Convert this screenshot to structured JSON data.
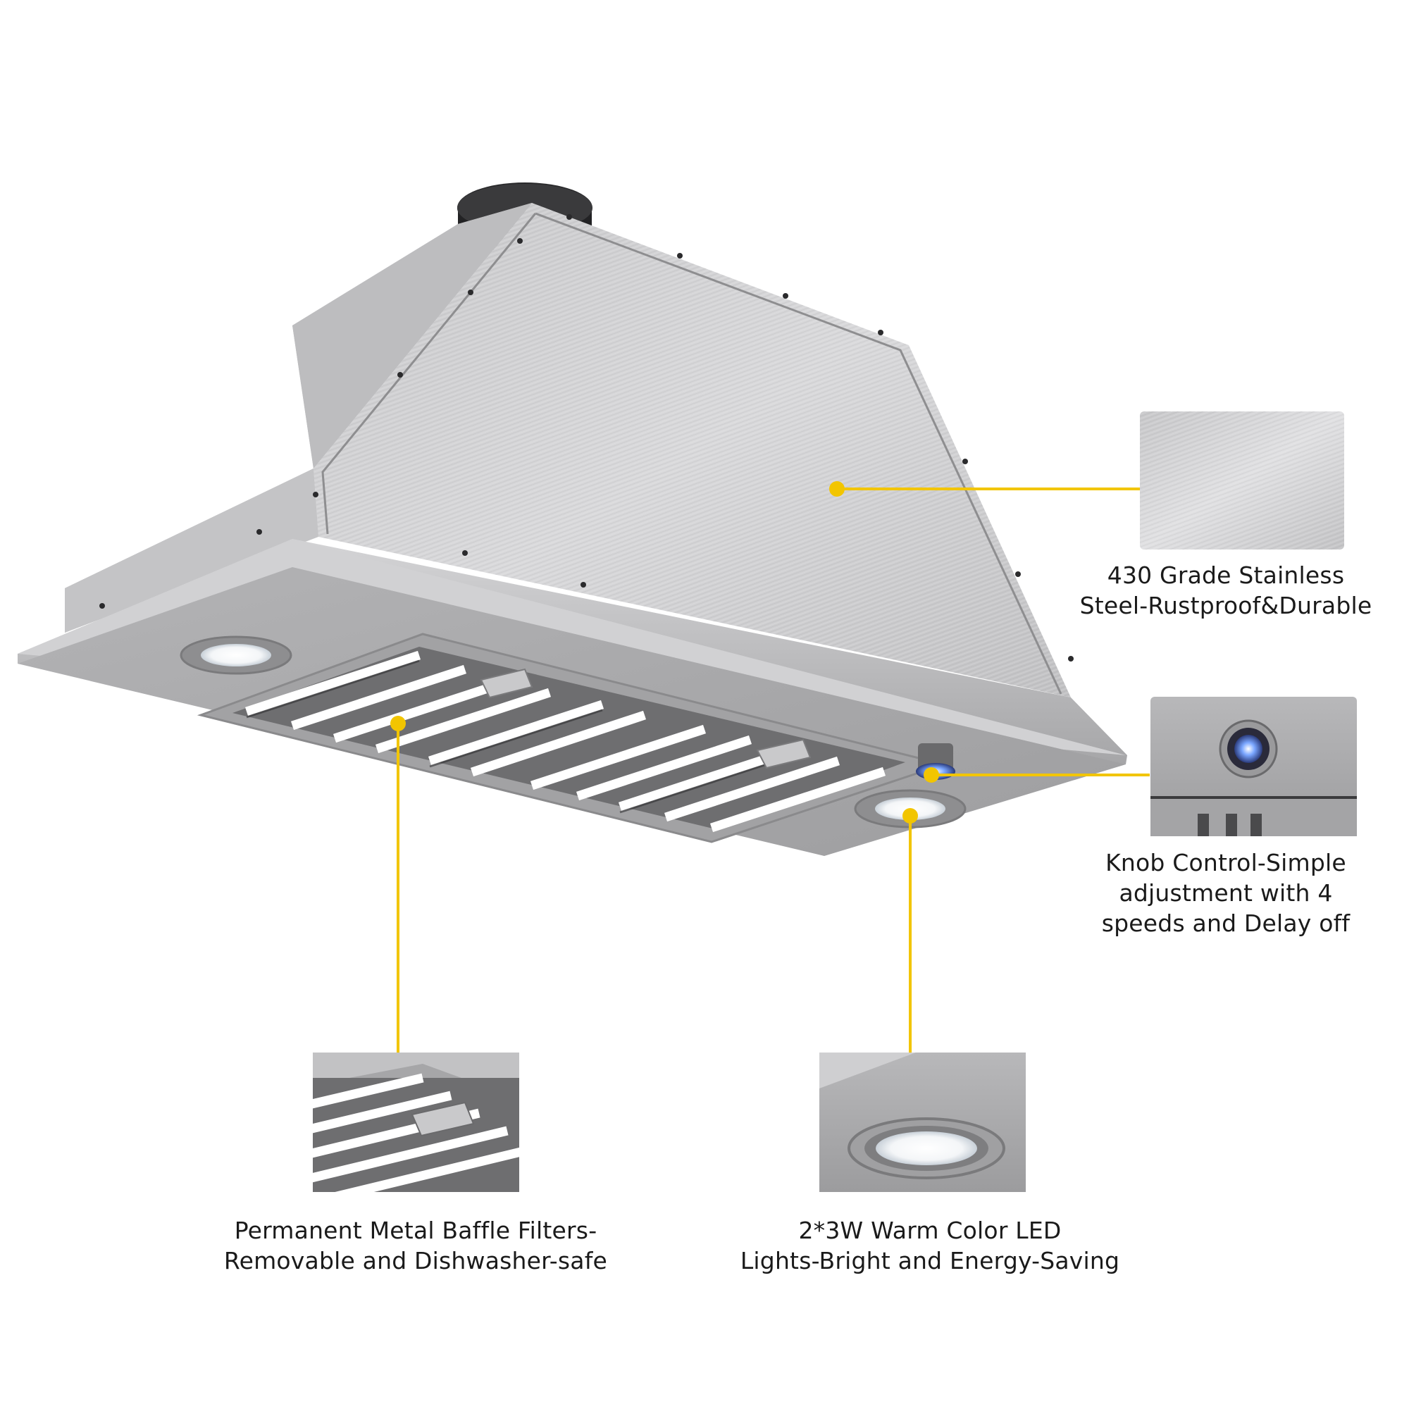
{
  "accent_color": "#f2c500",
  "product": "stainless steel insert range hood",
  "features": [
    {
      "id": "steel",
      "detail_icon": "brushed-steel-swatch",
      "lines": [
        "430 Grade Stainless",
        "Steel-Rustproof&Durable"
      ]
    },
    {
      "id": "knob",
      "detail_icon": "knob-control-closeup",
      "lines": [
        "Knob Control-Simple",
        "adjustment with 4",
        "speeds and Delay off"
      ]
    },
    {
      "id": "baffle",
      "detail_icon": "baffle-filter-closeup",
      "lines": [
        "Permanent Metal Baffle Filters-",
        "Removable and Dishwasher-safe"
      ]
    },
    {
      "id": "led",
      "detail_icon": "led-light-closeup",
      "lines": [
        "2*3W Warm Color LED",
        "Lights-Bright and Energy-Saving"
      ]
    }
  ]
}
